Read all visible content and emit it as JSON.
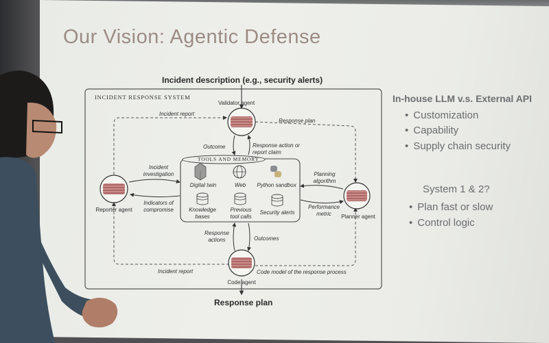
{
  "slide": {
    "title": "Our Vision: Agentic Defense",
    "top_input": "Incident description (e.g., security alerts)",
    "bottom_output": "Response plan"
  },
  "diagram": {
    "system_label": "INCIDENT RESPONSE SYSTEM",
    "tools_label": "TOOLS AND MEMORY",
    "agents": {
      "validator": "Validator agent",
      "reporter": "Reporter agent",
      "planner": "Planner agent",
      "code": "Code agent"
    },
    "tools": {
      "digital_twin": "Digital twin",
      "web": "Web",
      "python_sandbox": "Python sandbox",
      "knowledge_bases": "Knowledge bases",
      "previous_tool_calls": "Previous tool calls",
      "security_alerts": "Security alerts"
    },
    "edges": {
      "incident_report_top": "Incident report",
      "response_plan_top": "Response plan",
      "outcome": "Outcome",
      "response_action": "Response action or report claim",
      "incident_investigation": "Incident investigation",
      "indicators": "Indicators of compromise",
      "planning_algorithm": "Planning algorithm",
      "performance_metric": "Performance metric",
      "response_actions": "Response actions",
      "outcomes": "Outcomes",
      "incident_report_bottom": "Incident report",
      "code_model": "Code model of the response process"
    }
  },
  "sidebar": {
    "heading1": "In-house LLM v.s. External API",
    "list1": [
      "Customization",
      "Capability",
      "Supply chain security"
    ],
    "heading2": "System 1 & 2?",
    "list2": [
      "Plan fast or slow",
      "Control logic"
    ]
  },
  "colors": {
    "title": "#9c8c84",
    "bullet_text": "#6a6c6e",
    "agent_fill": "#b86a6a"
  }
}
